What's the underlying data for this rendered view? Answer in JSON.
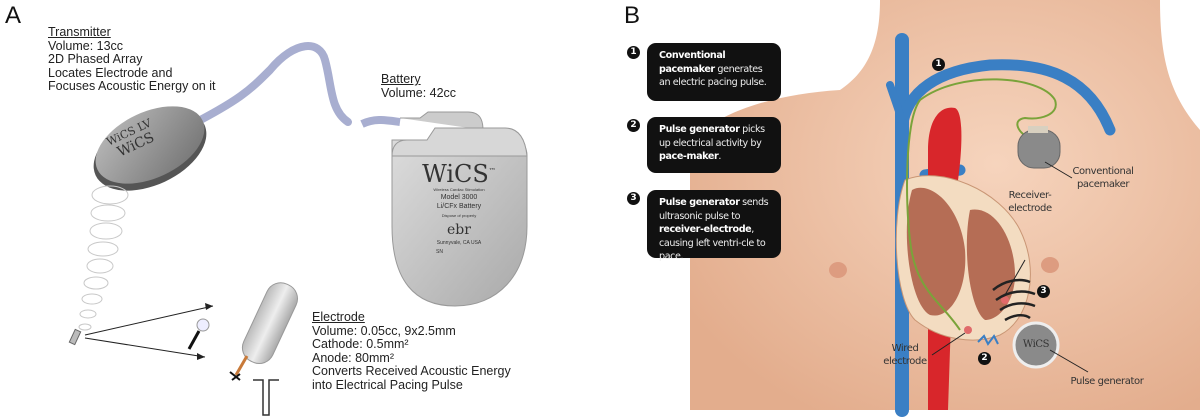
{
  "panel_a": {
    "letter": "A",
    "transmitter": {
      "title": "Transmitter",
      "lines": [
        "Volume: 13cc",
        "2D Phased Array",
        "Locates Electrode and",
        "Focuses Acoustic Energy on it"
      ],
      "logo": "WiCS LV"
    },
    "battery": {
      "title": "Battery",
      "lines": [
        "Volume: 42cc"
      ],
      "logo": "WiCS",
      "tm": "™",
      "subtitle": "Wireless Cardiac Stimulation",
      "model": "Model 3000",
      "chem": "Li/CFx Battery",
      "warning": "Dispose of properly",
      "maker": "ebr",
      "location": "Sunnyvale, CA USA",
      "sn": "SN"
    },
    "electrode": {
      "title": "Electrode",
      "lines": [
        "Volume: 0.05cc,  9x2.5mm",
        "Cathode: 0.5mm²",
        "Anode: 80mm²",
        "Converts Received Acoustic Energy",
        "into Electrical Pacing Pulse"
      ]
    }
  },
  "panel_b": {
    "letter": "B",
    "steps": [
      {
        "num": "1",
        "bold": "Conventional pacemaker",
        "text": " generates an electric pacing pulse."
      },
      {
        "num": "2",
        "bold": "Pulse generator",
        "text": " picks up electrical activity by ",
        "bold2": "pace-maker",
        "text2": "."
      },
      {
        "num": "3",
        "bold": "Pulse generator",
        "text": " sends ultrasonic pulse to ",
        "bold2": "receiver-electrode",
        "text2": ", causing left ventri-cle to pace."
      }
    ],
    "labels": {
      "conventional_pacemaker": "Conventional pacemaker",
      "receiver_electrode": "Receiver-electrode",
      "wired_electrode": "Wired electrode",
      "pulse_generator": "Pulse generator",
      "generator_logo": "WiCS"
    },
    "markers": [
      "1",
      "2",
      "3"
    ]
  },
  "colors": {
    "skin": "#efc3a8",
    "vein": "#3a7fc4",
    "artery": "#d8262b",
    "lead": "#7aa33a",
    "device": "#8a8a8a",
    "box": "#111111"
  }
}
